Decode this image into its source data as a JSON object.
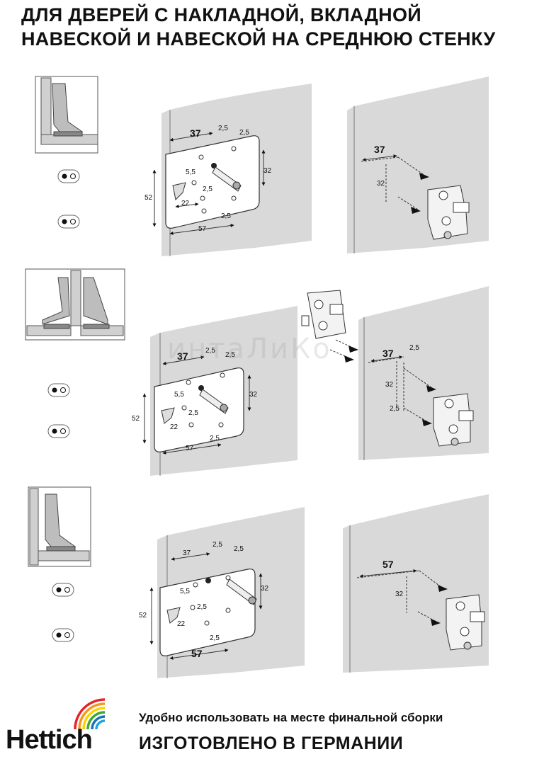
{
  "title": {
    "line1": "ДЛЯ ДВЕРЕЙ С НАКЛАДНОЙ, ВКЛАДНОЙ",
    "line2": "НАВЕСКОЙ И НАВЕСКОЙ НА СРЕДНЮЮ СТЕНКУ"
  },
  "watermark": "интаЛиКо",
  "rows": [
    {
      "plate": {
        "d37": "37",
        "d25a": "2,5",
        "d25b": "2,5",
        "d32": "32",
        "d55": "5,5",
        "d25c": "2,5",
        "d52": "52",
        "d22": "22",
        "d25d": "2,5",
        "d57": "57"
      },
      "wall": {
        "d37": "37",
        "d32": "32"
      }
    },
    {
      "plate": {
        "d37": "37",
        "d25a": "2,5",
        "d25b": "2,5",
        "d32": "32",
        "d55": "5,5",
        "d25c": "2,5",
        "d52": "52",
        "d22": "22",
        "d25d": "2,5",
        "d57": "57"
      },
      "wall": {
        "d37": "37",
        "d25a": "2,5",
        "d32": "32",
        "d25b": "2,5"
      }
    },
    {
      "plate": {
        "d37": "37",
        "d25a": "2,5",
        "d25b": "2,5",
        "d32": "32",
        "d55": "5,5",
        "d25c": "2,5",
        "d52": "52",
        "d22": "22",
        "d25d": "2,5",
        "d57": "57"
      },
      "wall": {
        "d57": "57",
        "d32": "32"
      }
    }
  ],
  "footer": {
    "line1": "Удобно использовать на месте финальной сборки",
    "line2": "ИЗГОТОВЛЕНО В ГЕРМАНИИ"
  },
  "brand": "Hettich",
  "colors": {
    "wall": "#d9d9d9",
    "plate": "#ffffff",
    "logo_stripes": [
      "#e4242b",
      "#f29a1f",
      "#ffd200",
      "#3aa935",
      "#1c70b8",
      "#25a3dc"
    ]
  }
}
